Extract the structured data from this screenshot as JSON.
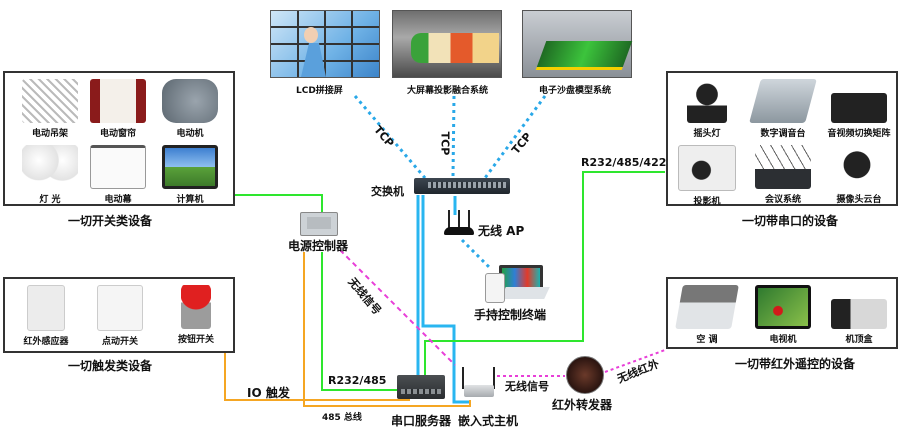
{
  "colors": {
    "tcp": "#29a8e8",
    "ethernet": "#29b6f0",
    "serial": "#2ee62e",
    "bus": "#f5a623",
    "wireless": "#e83fd8",
    "border": "#333333"
  },
  "top_systems": [
    {
      "label": "LCD拼接屏",
      "icon": "video-wall-icon"
    },
    {
      "label": "大屏幕投影融合系统",
      "icon": "projection-fusion-icon"
    },
    {
      "label": "电子沙盘模型系统",
      "icon": "sand-table-icon"
    }
  ],
  "tcp_labels": [
    "TCP",
    "TCP",
    "TCP"
  ],
  "switch_group": {
    "switch_label": "交换机",
    "ap_label": "无线 AP",
    "handheld_label": "手持控制终端"
  },
  "groups": {
    "switch_devices": {
      "caption": "一切开关类设备",
      "items": [
        {
          "label": "电动吊架",
          "icon": "motorized-lift-icon"
        },
        {
          "label": "电动窗帘",
          "icon": "motorized-curtain-icon"
        },
        {
          "label": "电动机",
          "icon": "motor-icon"
        },
        {
          "label": "灯  光",
          "icon": "light-bulb-icon"
        },
        {
          "label": "电动幕",
          "icon": "motorized-screen-icon"
        },
        {
          "label": "计算机",
          "icon": "computer-icon"
        }
      ]
    },
    "trigger_devices": {
      "caption": "一切触发类设备",
      "items": [
        {
          "label": "红外感应器",
          "icon": "infrared-sensor-icon"
        },
        {
          "label": "点动开关",
          "icon": "wall-switch-icon"
        },
        {
          "label": "按钮开关",
          "icon": "push-button-icon"
        }
      ]
    },
    "serial_devices": {
      "caption": "一切带串口的设备",
      "items": [
        {
          "label": "摇头灯",
          "icon": "moving-head-light-icon"
        },
        {
          "label": "数字调音台",
          "icon": "audio-mixer-icon"
        },
        {
          "label": "音视频切换矩阵",
          "icon": "av-matrix-icon"
        },
        {
          "label": "投影机",
          "icon": "projector-icon"
        },
        {
          "label": "会议系统",
          "icon": "conference-system-icon"
        },
        {
          "label": "摄像头云台",
          "icon": "ptz-camera-icon"
        }
      ]
    },
    "ir_devices": {
      "caption": "一切带红外遥控的设备",
      "items": [
        {
          "label": "空  调",
          "icon": "air-conditioner-icon"
        },
        {
          "label": "电视机",
          "icon": "tv-icon"
        },
        {
          "label": "机顶盒",
          "icon": "set-top-box-icon"
        }
      ]
    }
  },
  "nodes": {
    "power_controller": "电源控制器",
    "serial_server": "串口服务器",
    "embedded_host": "嵌入式主机",
    "ir_transmitter": "红外转发器"
  },
  "link_labels": {
    "r232_485_422": "R232/485/422",
    "r232_485": "R232/485",
    "io_trigger": "IO 触发",
    "bus_485": "485 总线",
    "wireless_signal_1": "无线信号",
    "wireless_signal_2": "无线信号",
    "wireless_ir": "无线红外"
  }
}
